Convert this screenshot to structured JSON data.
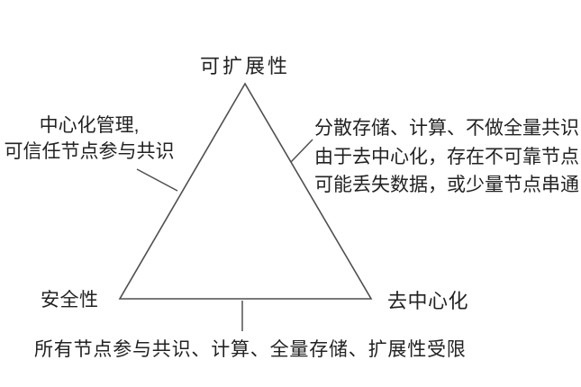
{
  "diagram": {
    "type": "triangle-tradeoff",
    "vertices": {
      "top": "可扩展性",
      "bottom_left": "安全性",
      "bottom_right": "去中心化"
    },
    "annotations": {
      "left": [
        "中心化管理,",
        "可信任节点参与共识"
      ],
      "right": [
        "分散存储、计算、不做全量共识",
        "由于去中心化，存在不可靠节点",
        "可能丢失数据，或少量节点串通"
      ],
      "bottom": "所有节点参与共识、计算、全量存储、扩展性受限"
    },
    "colors": {
      "background": "#ffffff",
      "text": "#222222",
      "line": "#4f4f4f"
    }
  }
}
